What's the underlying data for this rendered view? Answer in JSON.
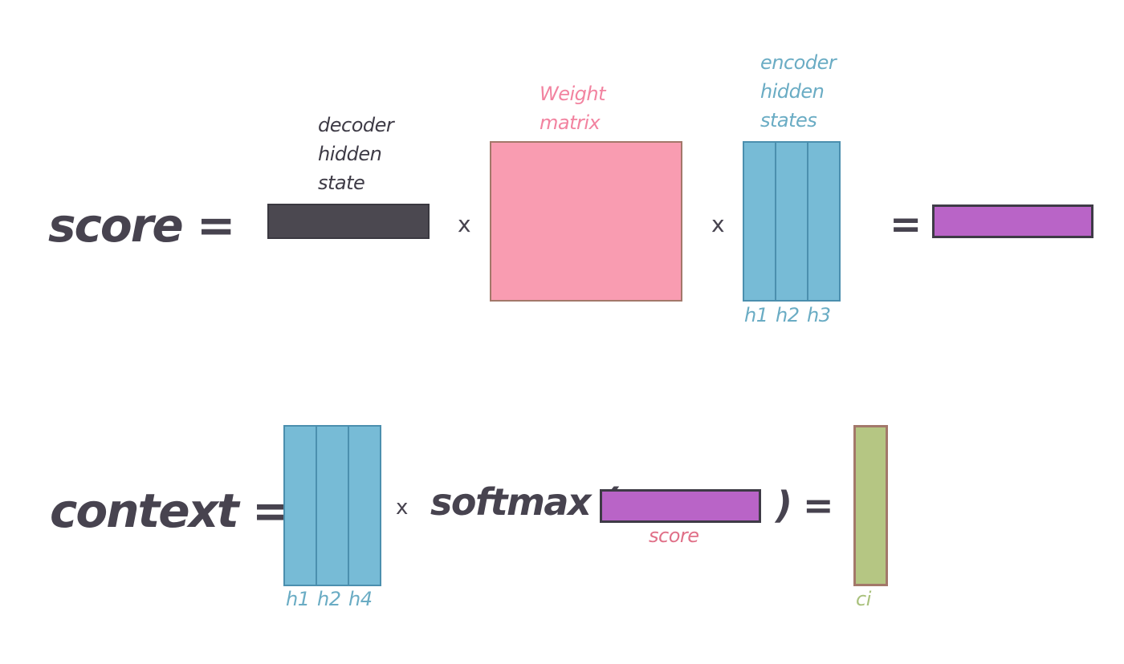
{
  "score_eq": {
    "lhs": "score =",
    "decoder_label": [
      "decoder",
      "hidden",
      "state"
    ],
    "times_1": "x",
    "weight_label": [
      "Weight",
      "matrix"
    ],
    "times_2": "x",
    "encoder_label": [
      "encoder",
      "hidden",
      "states"
    ],
    "encoder_cols": [
      "h1",
      "h2",
      "h3"
    ],
    "equals": "="
  },
  "context_eq": {
    "lhs": "context =",
    "hidden_cols": [
      "h1",
      "h2",
      "h4"
    ],
    "times": "x",
    "softmax_open": "softmax (",
    "score_label": "score",
    "softmax_close": ") =",
    "result_label": "ci"
  },
  "colors": {
    "decoder_state": "#4b4850",
    "weight_matrix": "#f99cb1",
    "hidden_states": "#77bbd6",
    "score_vector": "#b964c7",
    "context_vector": "#b5c683"
  }
}
